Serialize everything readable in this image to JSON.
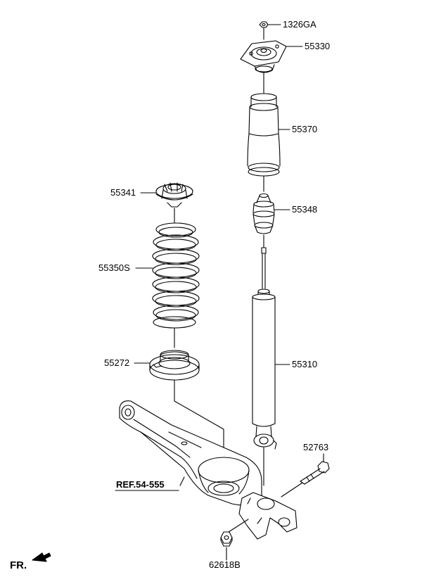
{
  "labels": {
    "p1326ga": "1326GA",
    "p55330": "55330",
    "p55370": "55370",
    "p55341": "55341",
    "p55348": "55348",
    "p55350s": "55350S",
    "p55272": "55272",
    "p55310": "55310",
    "p52763": "52763",
    "ref": "REF.54-555",
    "p62618b": "62618B",
    "fr": "FR."
  }
}
